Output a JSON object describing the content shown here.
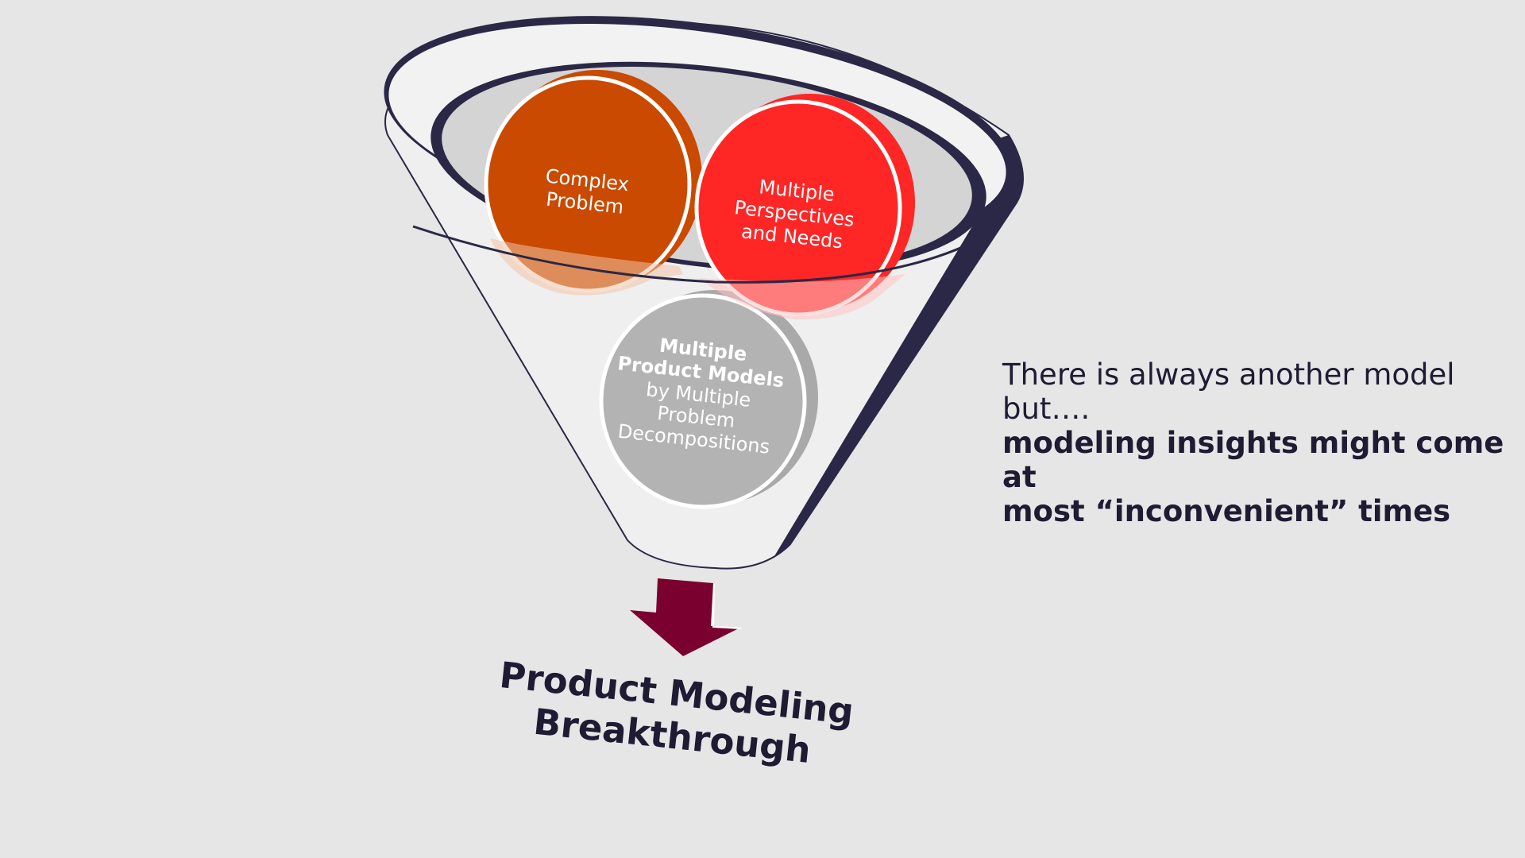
{
  "diagram": {
    "circles": [
      {
        "lines": [
          "Complex",
          "Problem"
        ],
        "color": "#c94a00"
      },
      {
        "lines": [
          "Multiple",
          "Perspectives",
          "and Needs"
        ],
        "color": "#ff2626"
      },
      {
        "bold_lines": [
          "Multiple",
          "Product Models"
        ],
        "lines": [
          "by Multiple",
          "Problem",
          "Decompositions"
        ],
        "color": "#adadad"
      }
    ],
    "result": [
      "Product Modeling",
      "Breakthrough"
    ],
    "arrow_color": "#7a0030",
    "funnel_rim_color": "#2a2846"
  },
  "note": {
    "line1": "There is always another model",
    "line2": "but….",
    "line3": "modeling insights might come at",
    "line4": "most “inconvenient” times"
  }
}
